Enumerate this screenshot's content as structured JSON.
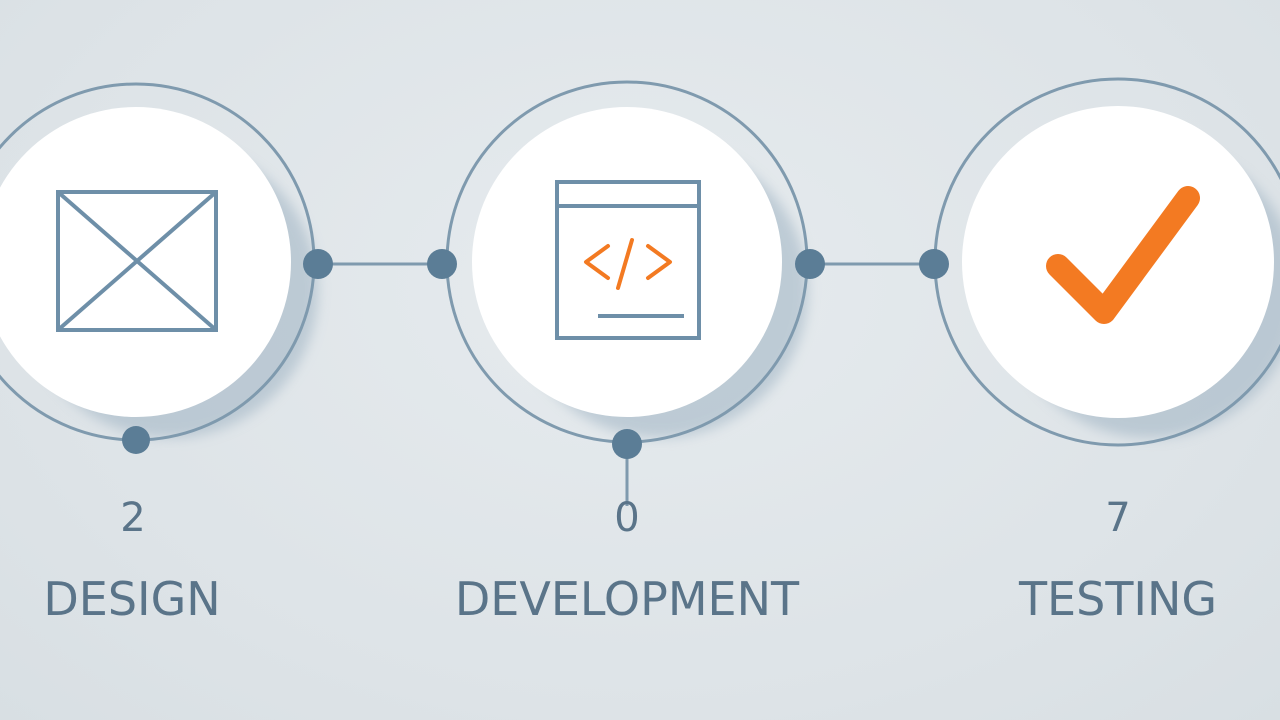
{
  "diagram": {
    "steps": [
      {
        "label": "DESIGN",
        "count": "2",
        "icon": "wireframe-icon"
      },
      {
        "label": "DEVELOPMENT",
        "count": "0",
        "icon": "code-window-icon"
      },
      {
        "label": "TESTING",
        "count": "7",
        "icon": "checkmark-icon"
      }
    ]
  },
  "colors": {
    "background": "#dfe5e8",
    "line": "#7f9aae",
    "node": "#5b7d96",
    "icon_stroke": "#6e8fa8",
    "accent": "#f37a22",
    "text": "#5a7489",
    "circle_fill": "#ffffff"
  }
}
